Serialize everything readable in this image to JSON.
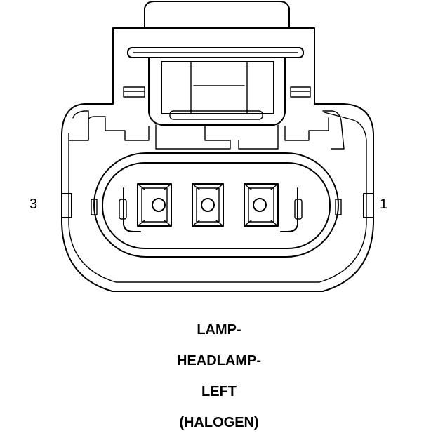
{
  "pins": {
    "left": "3",
    "right": "1"
  },
  "caption": [
    "LAMP-",
    "HEADLAMP-",
    "LEFT",
    "(HALOGEN)"
  ]
}
